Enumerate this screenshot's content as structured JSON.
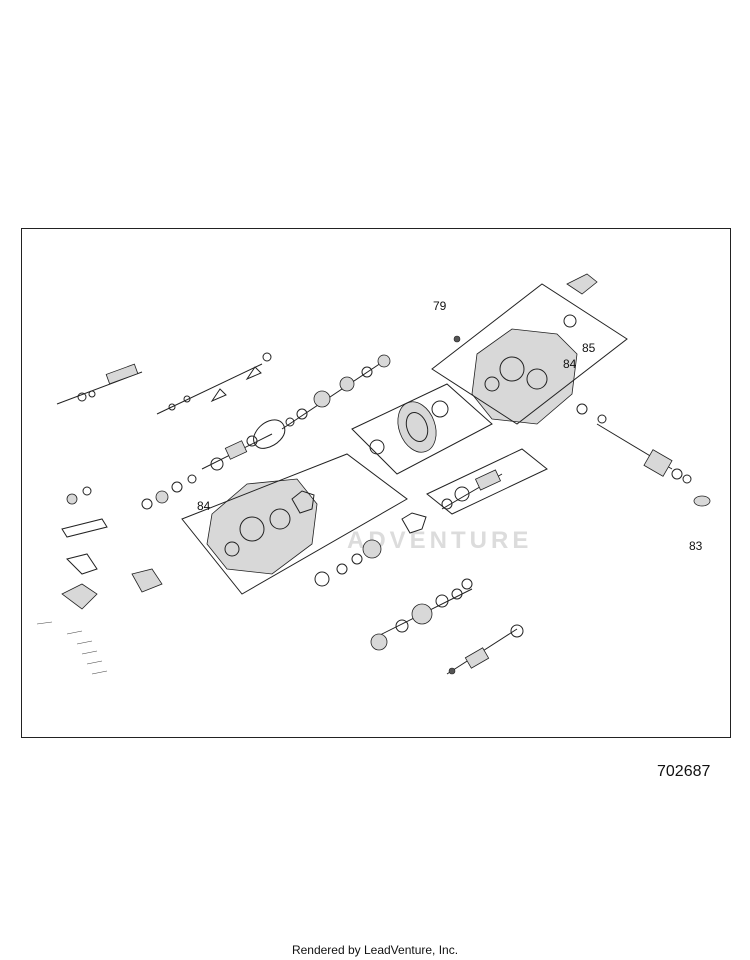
{
  "callouts": {
    "c79": "79",
    "c84_right": "84",
    "c85": "85",
    "c84_left": "84",
    "c83": "83"
  },
  "figure_number": "702687",
  "footer": "Rendered by LeadVenture, Inc.",
  "watermark": "ADVENTURE"
}
